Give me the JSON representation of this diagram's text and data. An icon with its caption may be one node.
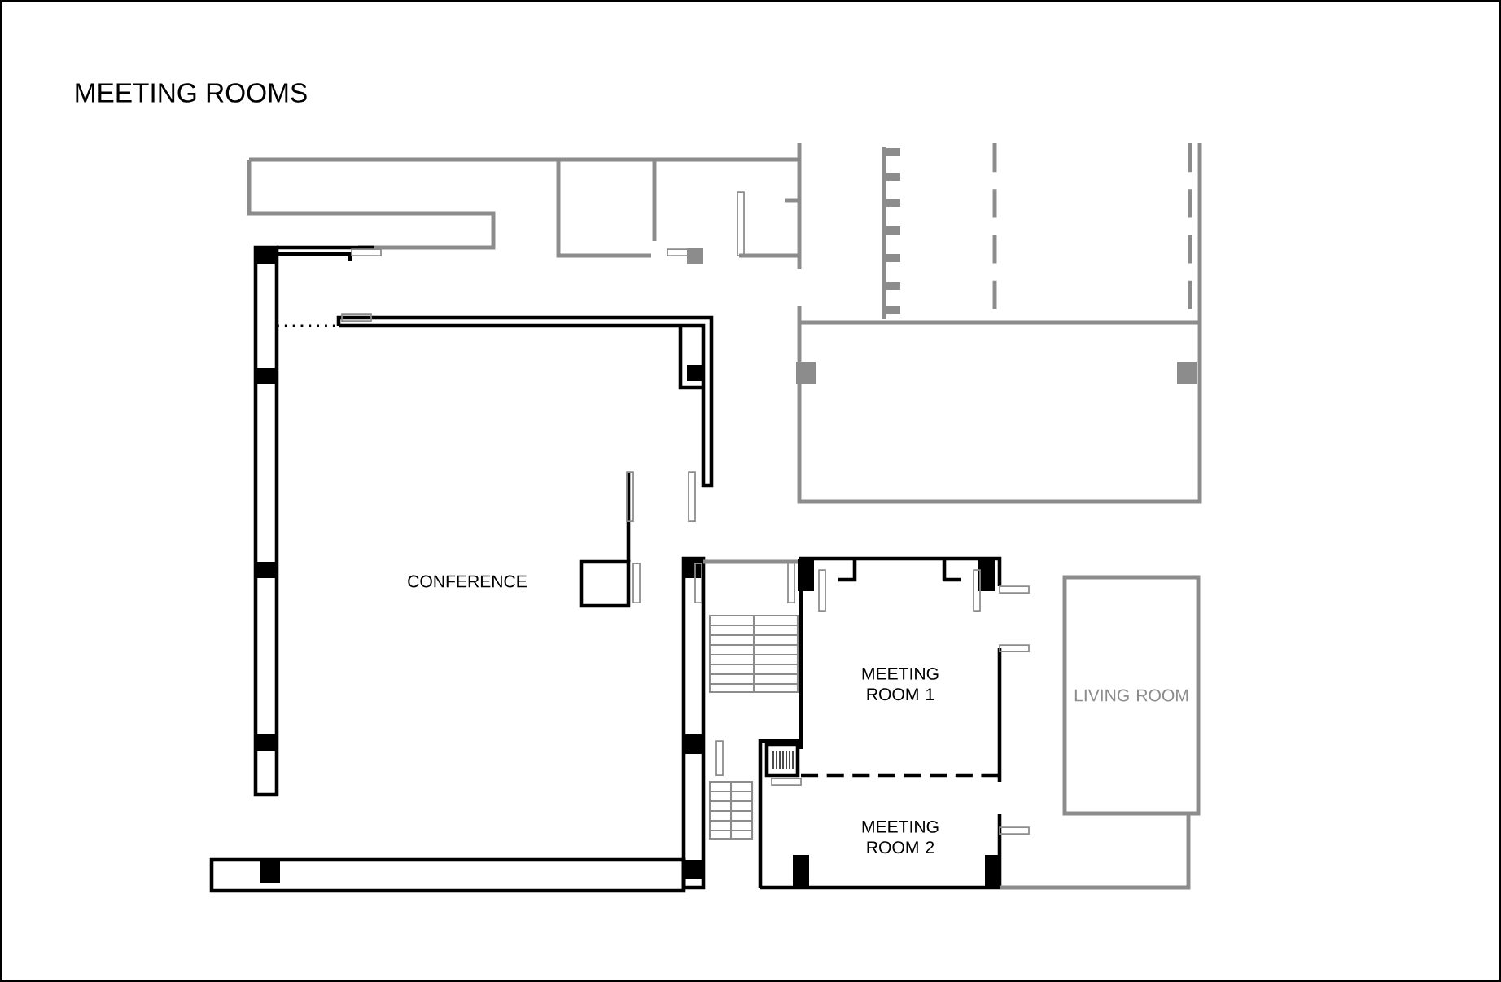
{
  "diagram": {
    "title": "MEETING ROOMS",
    "nodes": [
      {
        "text": [
          "MEETING ROOM 1"
        ]
      },
      {
        "text": [
          "MEETING ROOM 2"
        ]
      },
      {
        "text": [
          "LIVING ROOM"
        ]
      }
    ],
    "labels": [
      "CONFERENCE"
    ]
  }
}
